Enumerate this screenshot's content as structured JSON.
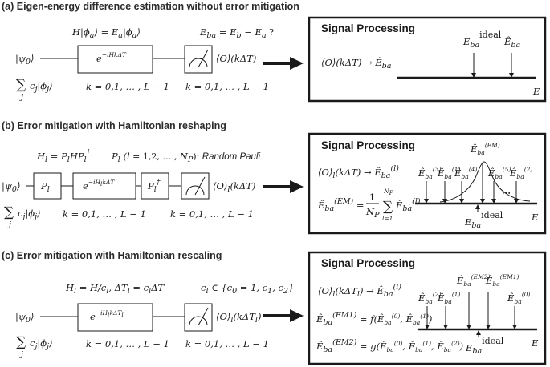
{
  "panel_a": {
    "heading": "(a) Eigen-energy difference estimation without error mitigation",
    "eig_eq": "H|ϕa⟩ = Ea|ϕa⟩",
    "diff_eq": "Eba = Eb − Ea ?",
    "psi0": "|ψ0⟩",
    "gate": "e−iHkΔT",
    "measure_out": "⟨O⟩(kΔT)",
    "sum_label": "cj|ϕj⟩",
    "k_range_1": "k = 0,1, … , L − 1",
    "k_range_2": "k = 0,1, … , L − 1",
    "sp_title": "Signal Processing",
    "sp_map": "⟨O⟩(kΔT) → Êba",
    "tick_ideal": "Eba ideal",
    "tick_est": "Êba",
    "axis_E": "E"
  },
  "panel_b": {
    "heading": "(b) Error mitigation with Hamiltonian reshaping",
    "ham_def": "Hl = Pl H Pl†",
    "pauli_def": "Pl (l = 1,2, … , NP): Random Pauli",
    "psi0": "|ψ0⟩",
    "gate_p": "Pl",
    "gate_u": "e−iHlkΔT",
    "gate_pd": "Pl†",
    "measure_out": "⟨O⟩l(kΔT)",
    "sum_label": "cj|ϕj⟩",
    "k_range_1": "k = 0,1, … , L − 1",
    "k_range_2": "k = 0,1, … , L − 1",
    "sp_title": "Signal Processing",
    "sp_map": "⟨O⟩l(kΔT) → Êba(l)",
    "sp_mean": "Êba(EM) = (1/NP) Σl=1..NP Êba(l)",
    "tick_em": "Êba(EM)",
    "tick_3": "Êba(3)",
    "tick_1": "Êba(1)",
    "tick_4": "Êba(4)",
    "tick_5": "Êba(5)",
    "tick_2": "Êba(2)",
    "tick_ideal": "Eba ideal",
    "dots": "⋯",
    "axis_E": "E"
  },
  "panel_c": {
    "heading": "(c) Error mitigation with Hamiltonian rescaling",
    "ham_def": "Hl = H/cl, ΔTl = clΔT",
    "c_set": "cl ∈ {c0 = 1, c1, c2}",
    "psi0": "|ψ0⟩",
    "gate": "e−iHlkΔTl",
    "measure_out": "⟨O⟩l(kΔTl)",
    "sum_label": "cj|ϕj⟩",
    "k_range_1": "k = 0,1, … , L − 1",
    "k_range_2": "k = 0,1, … , L − 1",
    "sp_title": "Signal Processing",
    "sp_map": "⟨O⟩l(kΔTl) → Êba(l)",
    "em1_eq": "Êba(EM1) = f(Êba(0), Êba(1))",
    "em2_eq": "Êba(EM2) = g(Êba(0), Êba(1), Êba(2))",
    "tick_2": "Êba(2)",
    "tick_1": "Êba(1)",
    "tick_em2": "Êba(EM2)",
    "tick_em1": "Êba(EM1)",
    "tick_0": "Êba(0)",
    "tick_ideal": "Eba ideal",
    "axis_E": "E"
  },
  "colors": {
    "ink": "#1a1a1a",
    "heading": "#2b2b2b",
    "background": "#ffffff"
  }
}
